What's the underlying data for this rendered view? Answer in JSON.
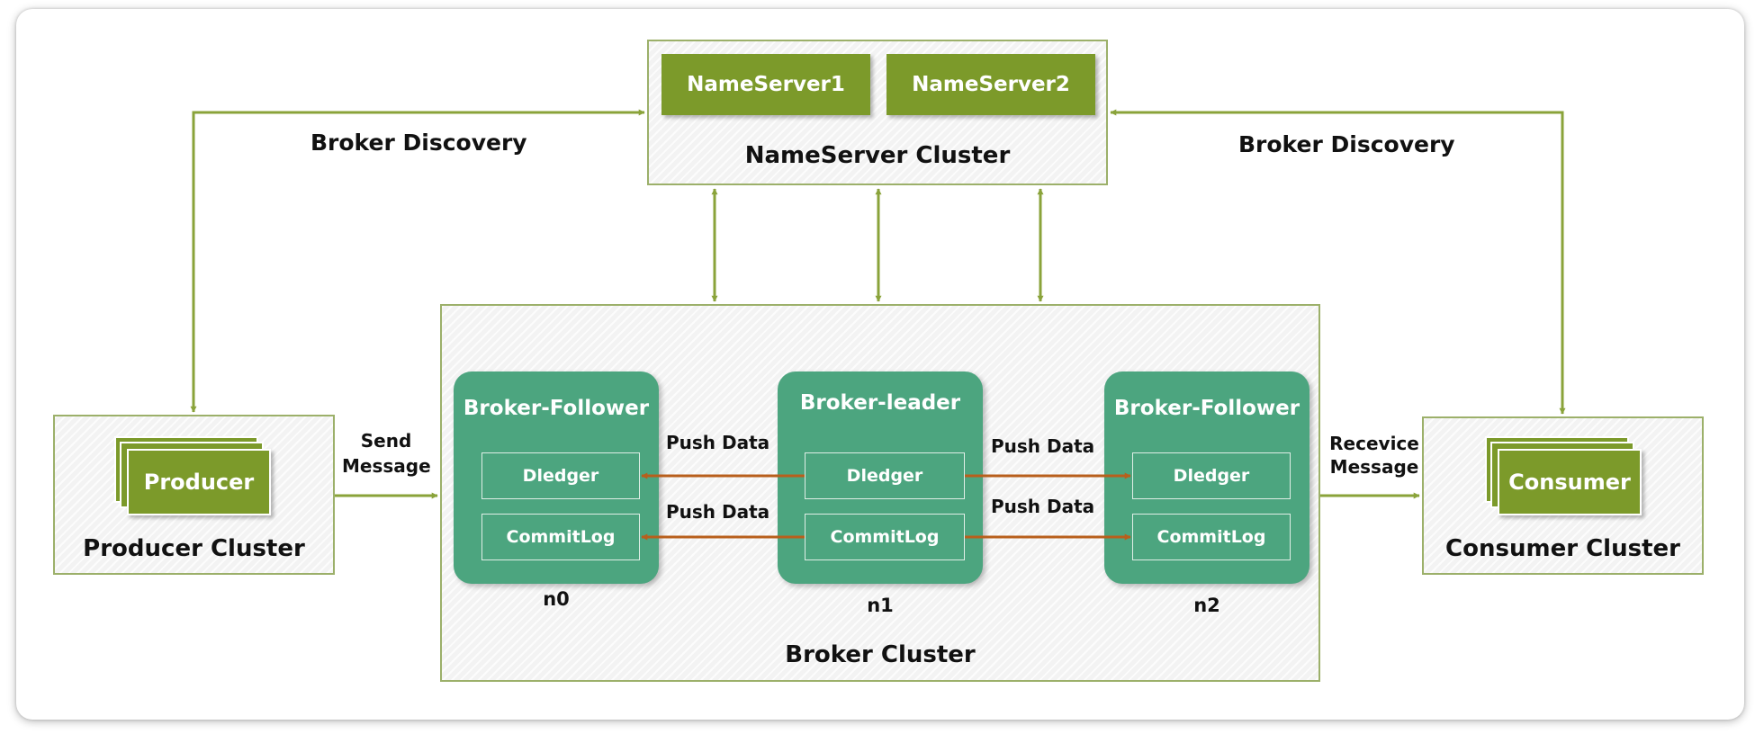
{
  "nameserver_cluster": {
    "label": "NameServer Cluster",
    "servers": [
      "NameServer1",
      "NameServer2"
    ]
  },
  "producer_cluster": {
    "label": "Producer Cluster",
    "node": "Producer"
  },
  "consumer_cluster": {
    "label": "Consumer Cluster",
    "node": "Consumer"
  },
  "broker_cluster": {
    "label": "Broker Cluster",
    "brokers": [
      {
        "title": "Broker-Follower",
        "dledger": "Dledger",
        "commitlog": "CommitLog",
        "id": "n0"
      },
      {
        "title": "Broker-leader",
        "dledger": "Dledger",
        "commitlog": "CommitLog",
        "id": "n1"
      },
      {
        "title": "Broker-Follower",
        "dledger": "Dledger",
        "commitlog": "CommitLog",
        "id": "n2"
      }
    ]
  },
  "edge_labels": {
    "discovery_left": "Broker Discovery",
    "discovery_right": "Broker Discovery",
    "send_line1": "Send",
    "send_line2": "Message",
    "receive_line1": "Recevice",
    "receive_line2": "Message",
    "push_left_top": "Push Data",
    "push_left_bottom": "Push Data",
    "push_right_top": "Push Data",
    "push_right_bottom": "Push Data"
  },
  "colors": {
    "olive": "#7c9a2a",
    "olive_line": "#8aa33a",
    "teal": "#4ca57f",
    "push_arrow": "#b85f1c",
    "cluster_border": "#9cb06a"
  }
}
